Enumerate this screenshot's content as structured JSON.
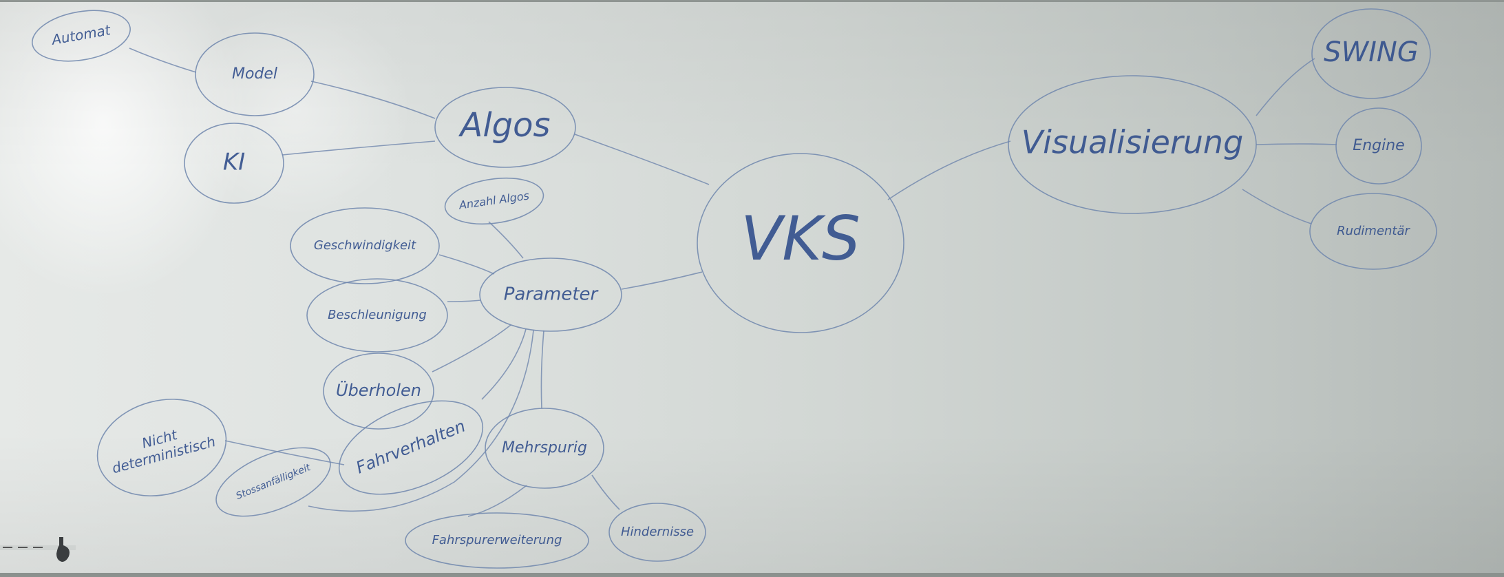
{
  "whiteboard": {
    "nodes": [
      {
        "id": "automat",
        "text": "Automat"
      },
      {
        "id": "model",
        "text": "Model"
      },
      {
        "id": "ki",
        "text": "KI"
      },
      {
        "id": "algos",
        "text": "Algos"
      },
      {
        "id": "anzahl_algos",
        "text": "Anzahl Algos"
      },
      {
        "id": "vks",
        "text": "VKS"
      },
      {
        "id": "visualisierung",
        "text": "Visualisierung"
      },
      {
        "id": "swing",
        "text": "SWING"
      },
      {
        "id": "engine",
        "text": "Engine"
      },
      {
        "id": "rudimentaer",
        "text": "Rudimentär"
      },
      {
        "id": "geschwindigkeit",
        "text": "Geschwindigkeit"
      },
      {
        "id": "parameter",
        "text": "Parameter"
      },
      {
        "id": "beschleunigung",
        "text": "Beschleunigung"
      },
      {
        "id": "ueberholen",
        "text": "Überholen"
      },
      {
        "id": "fahrverhalten",
        "text": "Fahrverhalten"
      },
      {
        "id": "nicht_deterministisch",
        "text": "Nicht deterministisch"
      },
      {
        "id": "stossanfaelligkeit",
        "text": "Stossanfälligkeit"
      },
      {
        "id": "mehrspurig",
        "text": "Mehrspurig"
      },
      {
        "id": "fahrspurerweiterung",
        "text": "Fahrspurerweiterung"
      },
      {
        "id": "hindernisse",
        "text": "Hindernisse"
      }
    ],
    "edges": [
      [
        "automat",
        "model"
      ],
      [
        "model",
        "algos"
      ],
      [
        "ki",
        "algos"
      ],
      [
        "algos",
        "vks"
      ],
      [
        "anzahl_algos",
        "parameter"
      ],
      [
        "vks",
        "visualisierung"
      ],
      [
        "visualisierung",
        "swing"
      ],
      [
        "visualisierung",
        "engine"
      ],
      [
        "visualisierung",
        "rudimentaer"
      ],
      [
        "geschwindigkeit",
        "parameter"
      ],
      [
        "beschleunigung",
        "parameter"
      ],
      [
        "parameter",
        "vks"
      ],
      [
        "ueberholen",
        "parameter"
      ],
      [
        "fahrverhalten",
        "parameter"
      ],
      [
        "nicht_deterministisch",
        "fahrverhalten"
      ],
      [
        "stossanfaelligkeit",
        "parameter"
      ],
      [
        "mehrspurig",
        "parameter"
      ],
      [
        "mehrspurig",
        "fahrspurerweiterung"
      ],
      [
        "mehrspurig",
        "hindernisse"
      ]
    ]
  }
}
